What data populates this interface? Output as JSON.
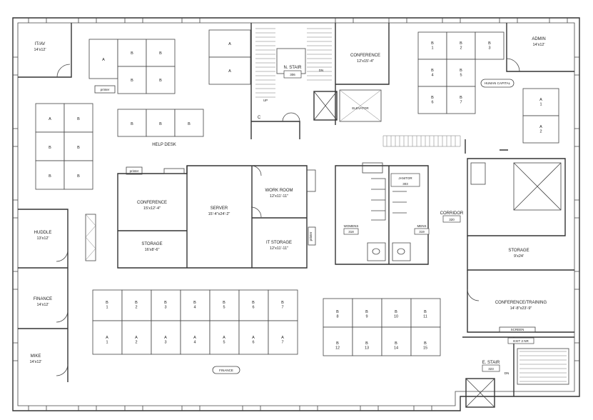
{
  "rooms": {
    "it_av": {
      "name": "IT/AV",
      "dim": "14'x12'"
    },
    "admin": {
      "name": "ADMIN",
      "dim": "14'x12'"
    },
    "conference_north": {
      "name": "CONFERENCE",
      "dim": "12'x15'-4\""
    },
    "n_stair": {
      "name": "N. STAIR",
      "number": "306"
    },
    "elevator": {
      "name": "ELEVATOR"
    },
    "help_desk": {
      "name": "HELP DESK"
    },
    "conference_west": {
      "name": "CONFERENCE",
      "dim": "15'x12'-4\""
    },
    "storage_west": {
      "name": "STORAGE",
      "dim": "16'x8'-6\""
    },
    "server": {
      "name": "SERVER",
      "dim": "15'-4\"x24'-2\""
    },
    "work_room": {
      "name": "WORK ROOM",
      "dim": "12'x11'-11\""
    },
    "it_storage": {
      "name": "IT STORAGE",
      "dim": "12'x11'-11\""
    },
    "janitor": {
      "name": "JANITOR",
      "number": "303"
    },
    "womens": {
      "name": "WOMENS",
      "number": "318"
    },
    "mens": {
      "name": "MENS",
      "number": "319"
    },
    "corridor": {
      "name": "CORRIDOR",
      "number": "320"
    },
    "huddle": {
      "name": "HUDDLE",
      "dim": "13'x12'"
    },
    "finance_office": {
      "name": "FINANCE",
      "dim": "14'x12'"
    },
    "mike": {
      "name": "MIKE",
      "dim": "14'x12'"
    },
    "storage_east": {
      "name": "STORAGE",
      "dim": "9'x24'"
    },
    "conference_training": {
      "name": "CONFERENCE/TRAINING",
      "dim": "14'-8\"x23'-9\""
    },
    "e_stair": {
      "name": "E. STAIR",
      "number": "323"
    }
  },
  "labels": {
    "printer_1": "printer",
    "printer_2": "printer",
    "printer_3": "printer",
    "human_capital": "HUMAN CAPITAL",
    "finance_tag": "FINANCE",
    "screen": "SCREEN",
    "exit_2nd": "EXIT 2 NR",
    "dn": "DN",
    "up": "UP",
    "c": "C"
  },
  "desks": {
    "nw_single": "A",
    "nw_cluster": [
      "B",
      "B",
      "B",
      "B"
    ],
    "n_center": [
      "A",
      "A"
    ],
    "help_desk": [
      "B",
      "B",
      "B"
    ],
    "west_wing": [
      "A",
      "B",
      "B",
      "B",
      "B",
      "B"
    ],
    "ne_b": [
      "B\n1",
      "B\n2",
      "B\n3",
      "B\n4",
      "B\n5",
      "B\n6",
      "B\n7"
    ],
    "ne_a": [
      "A\n1",
      "A\n2"
    ],
    "south_top": [
      "B\n1",
      "B\n2",
      "B\n3",
      "B\n4",
      "B\n5",
      "B\n6",
      "B\n7"
    ],
    "south_bottom": [
      "A\n1",
      "A\n2",
      "A\n3",
      "A\n4",
      "A\n5",
      "A\n6",
      "A\n7"
    ],
    "se_top": [
      "B\n8",
      "B\n9",
      "B\n10",
      "B\n11"
    ],
    "se_bottom": [
      "B\n12",
      "B\n13",
      "B\n14",
      "B\n15"
    ]
  }
}
